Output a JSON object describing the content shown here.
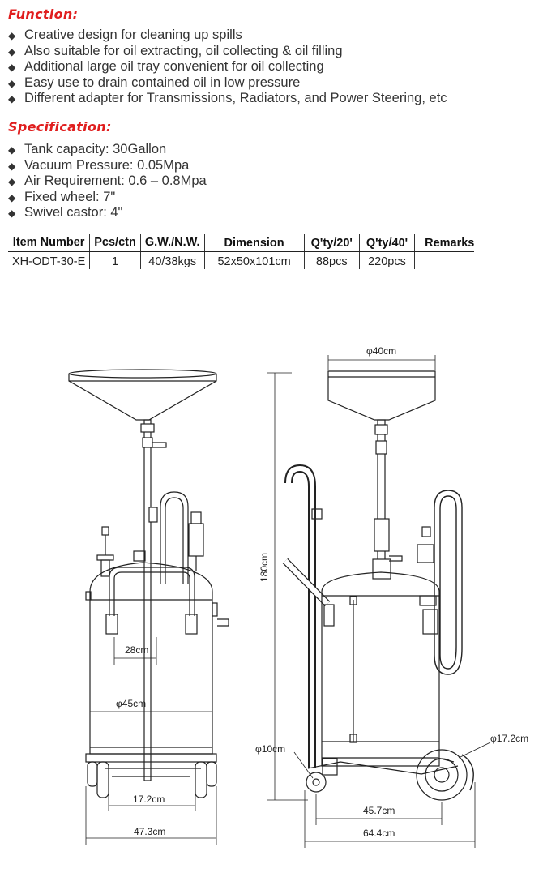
{
  "function": {
    "title": "Function:",
    "items": [
      "Creative design for cleaning up spills",
      "Also suitable for oil extracting, oil collecting & oil filling",
      "Additional large oil tray convenient for oil collecting",
      "Easy use to drain contained oil in low pressure",
      "Different adapter for Transmissions, Radiators, and Power Steering, etc"
    ]
  },
  "specification": {
    "title": "Specification:",
    "items": [
      "Tank capacity: 30Gallon",
      "Vacuum Pressure: 0.05Mpa",
      "Air Requirement: 0.6 – 0.8Mpa",
      "Fixed wheel: 7\"",
      "Swivel castor: 4\""
    ]
  },
  "table": {
    "headers": [
      "Item Number",
      "Pcs/ctn",
      "G.W./N.W.",
      "Dimension",
      "Q'ty/20'",
      "Q'ty/40'",
      "Remarks"
    ],
    "row": [
      "XH-ODT-30-E",
      "1",
      "40/38kgs",
      "52x50x101cm",
      "88pcs",
      "220pcs",
      ""
    ]
  },
  "diagram": {
    "labels": {
      "tray_diameter": "φ40cm",
      "height": "180cm",
      "arm_width": "28cm",
      "tank_diameter": "φ45cm",
      "base_inner": "17.2cm",
      "base_width": "47.3cm",
      "castor_diameter": "φ10cm",
      "wheel_diameter": "φ17.2cm",
      "wheelbase": "45.7cm",
      "depth": "64.4cm"
    }
  }
}
